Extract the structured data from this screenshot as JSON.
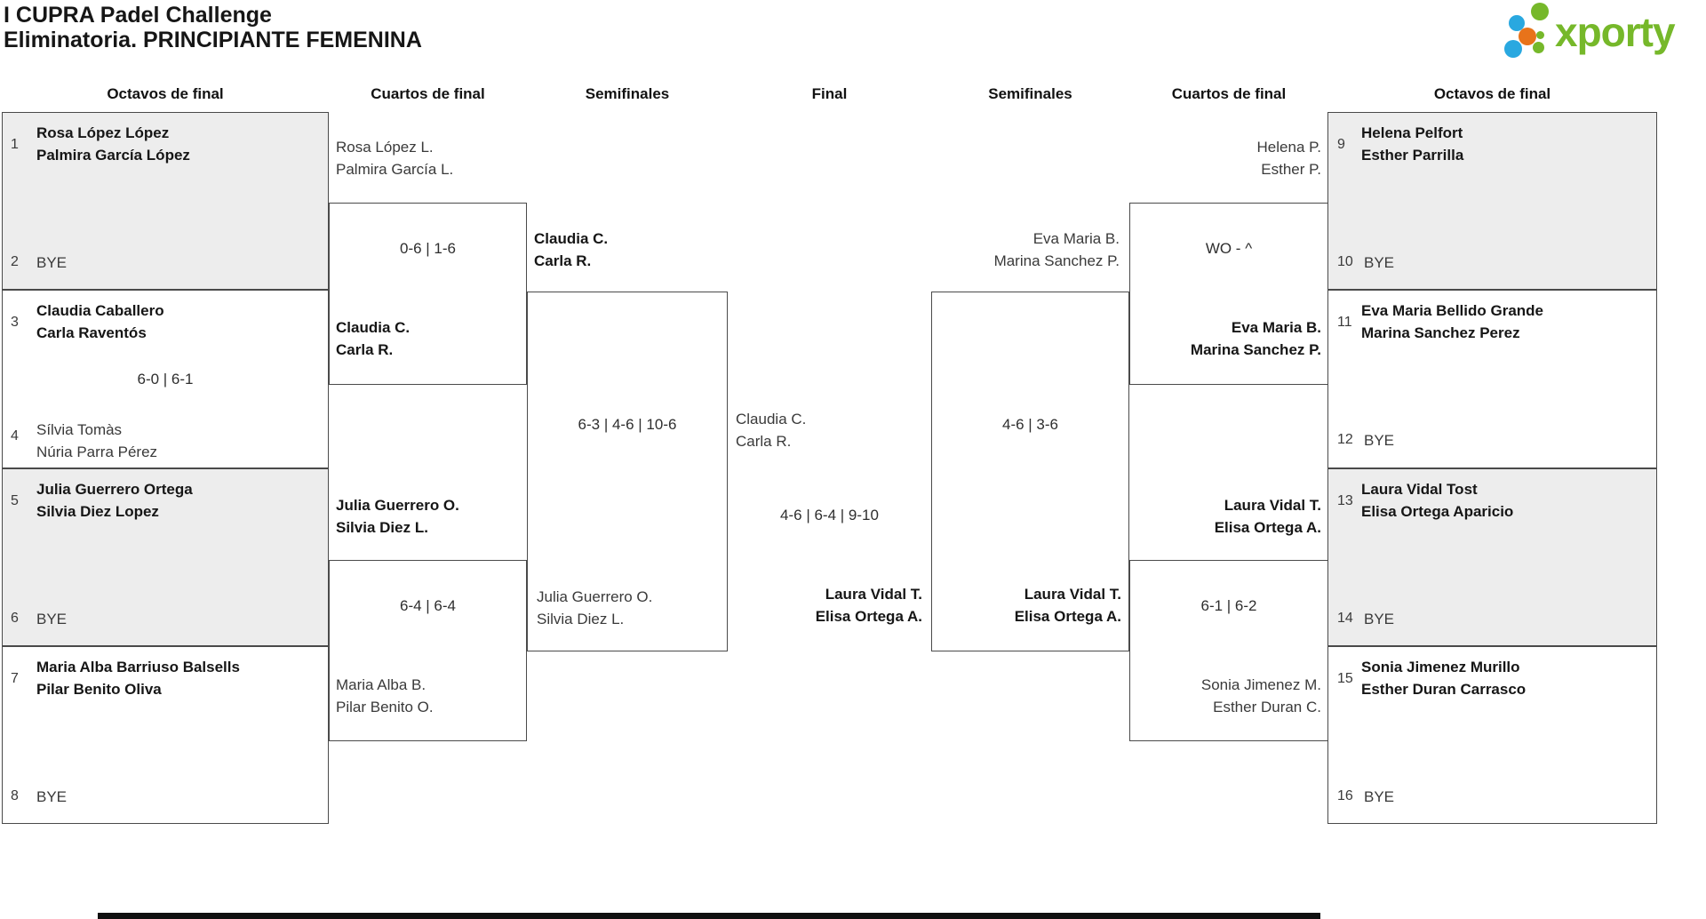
{
  "header": {
    "title_line1": "I CUPRA Padel Challenge",
    "title_line2": "Eliminatoria. PRINCIPIANTE FEMENINA"
  },
  "logo": {
    "text": "xporty",
    "green": "#76b82a",
    "blue": "#29a8e0",
    "orange": "#e8731a"
  },
  "round_headers": [
    "Octavos de final",
    "Cuartos de final",
    "Semifinales",
    "Final",
    "Semifinales",
    "Cuartos de final",
    "Octavos de final"
  ],
  "octavos_left": [
    {
      "seed_top": "1",
      "name_a": "Rosa López López",
      "name_b": "Palmira García López",
      "seed_bottom": "2",
      "bye": "BYE"
    },
    {
      "seed_top": "3",
      "name_a": "Claudia Caballero",
      "name_b": "Carla Raventós",
      "score": "6-0 | 6-1",
      "seed_bottom": "4",
      "name_c": "Sílvia Tomàs",
      "name_d": "Núria Parra Pérez"
    },
    {
      "seed_top": "5",
      "name_a": "Julia Guerrero Ortega",
      "name_b": "Silvia Diez Lopez",
      "seed_bottom": "6",
      "bye": "BYE"
    },
    {
      "seed_top": "7",
      "name_a": "Maria Alba Barriuso Balsells",
      "name_b": "Pilar Benito Oliva",
      "seed_bottom": "8",
      "bye": "BYE"
    }
  ],
  "octavos_right": [
    {
      "seed_top": "9",
      "name_a": "Helena Pelfort",
      "name_b": "Esther Parrilla",
      "seed_bottom": "10",
      "bye": "BYE"
    },
    {
      "seed_top": "11",
      "name_a": "Eva Maria Bellido Grande",
      "name_b": "Marina Sanchez Perez",
      "seed_bottom": "12",
      "bye": "BYE"
    },
    {
      "seed_top": "13",
      "name_a": "Laura Vidal Tost",
      "name_b": "Elisa Ortega Aparicio",
      "seed_bottom": "14",
      "bye": "BYE"
    },
    {
      "seed_top": "15",
      "name_a": "Sonia Jimenez Murillo",
      "name_b": "Esther Duran Carrasco",
      "seed_bottom": "16",
      "bye": "BYE"
    }
  ],
  "cuartos_left": [
    {
      "top_a": "Rosa López L.",
      "top_b": "Palmira García L.",
      "score": "0-6 | 1-6",
      "bottom_a": "Claudia C.",
      "bottom_b": "Carla R."
    },
    {
      "top_a": "Julia Guerrero O.",
      "top_b": "Silvia Diez L.",
      "score": "6-4 | 6-4",
      "bottom_a": "Maria Alba B.",
      "bottom_b": "Pilar Benito O."
    }
  ],
  "cuartos_right": [
    {
      "top_a": "Helena P.",
      "top_b": "Esther P.",
      "score": "WO - ^",
      "bottom_a": "Eva Maria B.",
      "bottom_b": "Marina Sanchez P."
    },
    {
      "top_a": "Laura Vidal T.",
      "top_b": "Elisa Ortega A.",
      "score": "6-1 | 6-2",
      "bottom_a": "Sonia Jimenez M.",
      "bottom_b": "Esther Duran C."
    }
  ],
  "semifinal_left": {
    "top_a": "Claudia C.",
    "top_b": "Carla R.",
    "score": "6-3 | 4-6 | 10-6",
    "bottom_a": "Julia Guerrero O.",
    "bottom_b": "Silvia Diez L."
  },
  "semifinal_right": {
    "top_a": "Eva Maria B.",
    "top_b": "Marina Sanchez P.",
    "score": "4-6 | 3-6",
    "bottom_a": "Laura Vidal T.",
    "bottom_b": "Elisa Ortega A."
  },
  "final": {
    "team_a_1": "Claudia C.",
    "team_a_2": "Carla R.",
    "score": "4-6 | 6-4 | 9-10",
    "winner_1": "Laura Vidal T.",
    "winner_2": "Elisa Ortega A."
  }
}
